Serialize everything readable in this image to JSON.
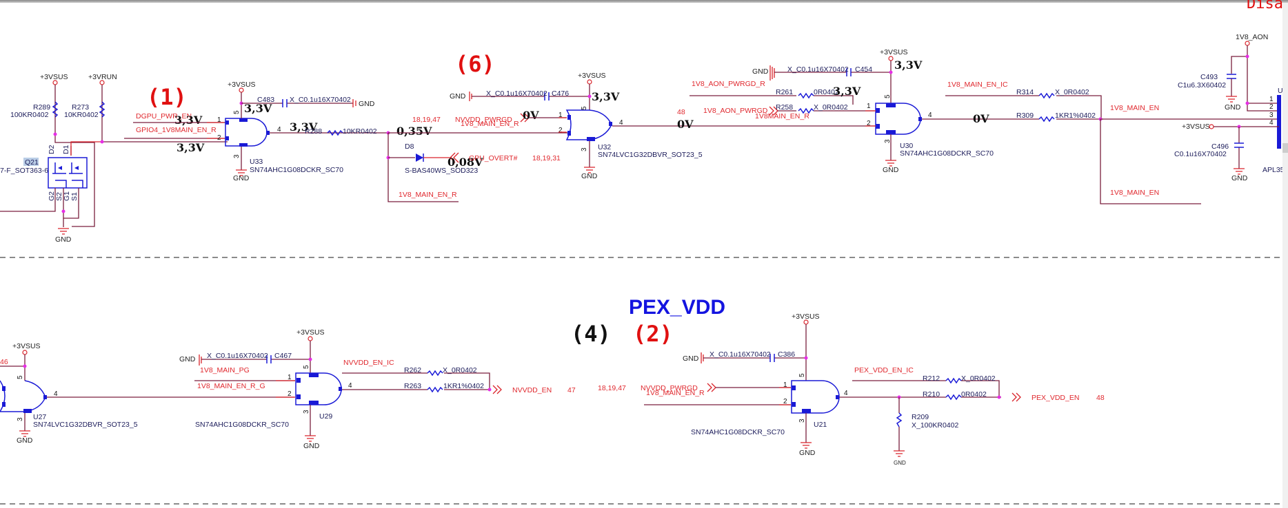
{
  "viewer": {
    "corner_title": "Disa"
  },
  "section_markers": {
    "m1": "(1)",
    "m6": "(6)",
    "m4": "(4)",
    "m2": "(2)",
    "pex_title": "PEX_VDD"
  },
  "rails": {
    "v3vsus": "+3VSUS",
    "v3vrun": "+3VRUN",
    "v1v8_aon": "1V8_AON",
    "gnd": "GND"
  },
  "voltage_probes": {
    "u33_in1": "3,3V",
    "u33_in2": "3,3V",
    "u33_vcc": "3,3V",
    "u33_out": "3,3V",
    "d8_node": "0,35V",
    "gpu_overt": "0,08V",
    "u32_in1": "0V",
    "u32_vcc": "3,3V",
    "u32_out": "0V",
    "u30_vcc": "3,3V",
    "u30_r261": "3,3V",
    "u30_out": "0V"
  },
  "components": {
    "q21": {
      "ref": "Q21",
      "value": "7-F_SOT363-6",
      "pins": [
        "D2",
        "D1",
        "G2",
        "S2",
        "G1",
        "S1"
      ]
    },
    "r289": {
      "ref": "R289",
      "value": "100KR0402"
    },
    "r273": {
      "ref": "R273",
      "value": "10KR0402"
    },
    "u33": {
      "ref": "U33",
      "value": "SN74AHC1G08DCKR_SC70"
    },
    "c483": {
      "ref": "C483",
      "value": "X_C0.1u16X70402"
    },
    "r288": {
      "ref": "R288",
      "value": "10KR0402"
    },
    "d8": {
      "ref": "D8",
      "value": "S-BAS40WS_SOD323"
    },
    "c476": {
      "ref": "C476",
      "value": "X_C0.1u16X70402"
    },
    "u32": {
      "ref": "U32",
      "value": "SN74LVC1G32DBVR_SOT23_5"
    },
    "c454": {
      "ref": "C454",
      "value": "X_C0.1u16X70402"
    },
    "r261": {
      "ref": "R261",
      "value": "0R0402"
    },
    "r258": {
      "ref": "R258",
      "value": "X_0R0402"
    },
    "u30": {
      "ref": "U30",
      "value": "SN74AHC1G08DCKR_SC70"
    },
    "r314": {
      "ref": "R314",
      "value": "X_0R0402"
    },
    "r309": {
      "ref": "R309",
      "value": "1KR1%0402"
    },
    "c493": {
      "ref": "C493",
      "value": "C1u6.3X60402"
    },
    "c496": {
      "ref": "C496",
      "value": "C0.1u16X70402"
    },
    "apl": {
      "ref": "U",
      "value": "APL35",
      "pins": [
        "1",
        "2",
        "3",
        "4"
      ]
    },
    "u27": {
      "ref": "U27",
      "value": "SN74LVC1G32DBVR_SOT23_5"
    },
    "c467": {
      "ref": "C467",
      "value": "X_C0.1u16X70402"
    },
    "u29": {
      "ref": "U29",
      "value": "SN74AHC1G08DCKR_SC70"
    },
    "r262": {
      "ref": "R262",
      "value": "X_0R0402"
    },
    "r263": {
      "ref": "R263",
      "value": "1KR1%0402"
    },
    "c386": {
      "ref": "C386",
      "value": "X_C0.1u16X70402"
    },
    "u21": {
      "ref": "U21",
      "value": "SN74AHC1G08DCKR_SC70"
    },
    "r212": {
      "ref": "R212",
      "value": "X_0R0402"
    },
    "r210": {
      "ref": "R210",
      "value": "0R0402"
    },
    "r209": {
      "ref": "R209",
      "value": "X_100KR0402"
    }
  },
  "nets": {
    "dgpu_pwr_en": "DGPU_PWR_EN",
    "gpio4": "GPIO4_1V8MAIN_EN_R",
    "nvvdd_pwrgd": "NVVDD_PWRGD",
    "v1v8_main_en_r": "1V8_MAIN_EN_R",
    "gpu_overt": "GPU_OVERT#",
    "v1v8_aon_pwrgd_r": "1V8_AON_PWRGD_R",
    "v1v8_aon_pwrgd": "1V8_AON_PWRGD",
    "v1v8main_en_r": "1V8MAIN_EN_R",
    "v1v8_main_en_ic": "1V8_MAIN_EN_IC",
    "v1v8_main_en": "1V8_MAIN_EN",
    "v1v8_main_pg": "1V8_MAIN_PG",
    "v1v8_main_en_r_g": "1V8_MAIN_EN_R_G",
    "nvvdd_en_ic": "NVVDD_EN_IC",
    "nvvdd_en": "NVVDD_EN",
    "pex_vdd_en_ic": "PEX_VDD_EN_IC",
    "pex_vdd_en": "PEX_VDD_EN",
    "ref_181947": "18,19,47",
    "ref_181931": "18,19,31",
    "ref_48": "48",
    "ref_47": "47",
    "ref_46": "46"
  },
  "gate_pins": {
    "p1": "1",
    "p2": "2",
    "p3": "3",
    "p4": "4",
    "p5": "5"
  }
}
